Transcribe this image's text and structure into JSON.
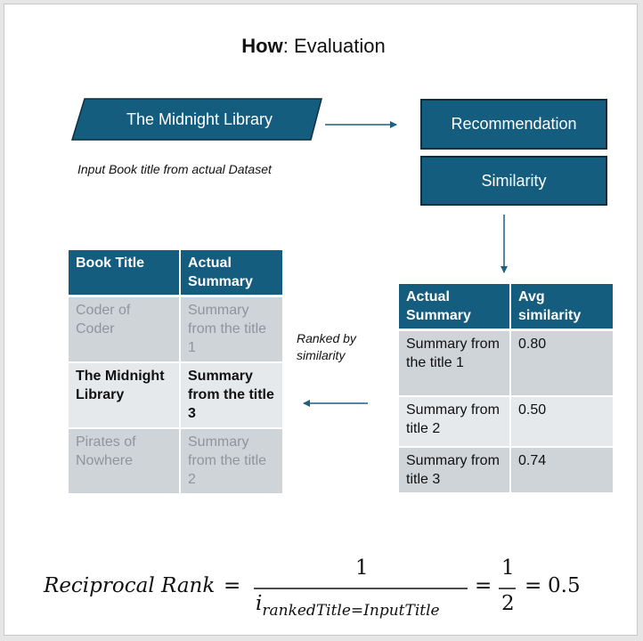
{
  "title": {
    "bold": "How",
    "rest": ": Evaluation"
  },
  "input_shape": {
    "label": "The Midnight Library"
  },
  "input_caption": "Input Book title from actual Dataset",
  "process_boxes": {
    "recommendation": "Recommendation",
    "similarity": "Similarity"
  },
  "ranked_caption": "Ranked by similarity",
  "ranked_table": {
    "headers": [
      "Book Title",
      "Actual Summary"
    ],
    "rows": [
      [
        "Coder of Coder",
        "Summary from the title 1"
      ],
      [
        "The Midnight Library",
        "Summary from the title 3"
      ],
      [
        "Pirates of Nowhere",
        "Summary from the title 2"
      ]
    ]
  },
  "similarity_table": {
    "headers": [
      "Actual Summary",
      "Avg similarity"
    ],
    "rows": [
      [
        "Summary from the title 1",
        "0.80"
      ],
      [
        "Summary from title 2",
        "0.50"
      ],
      [
        "Summary from title 3",
        "0.74"
      ]
    ]
  },
  "formula": {
    "lhs": "Reciprocal Rank",
    "numerator": "1",
    "denominator_var": "i",
    "denominator_sub": "rankedTitle=InputTitle",
    "frac2_num": "1",
    "frac2_den": "2",
    "result": "0.5"
  },
  "colors": {
    "box_fill": "#145d7f",
    "box_border": "#0d2f40",
    "arrow": "#1f5f80",
    "row_dark": "#cfd4d9",
    "row_light": "#e6e9ec"
  }
}
